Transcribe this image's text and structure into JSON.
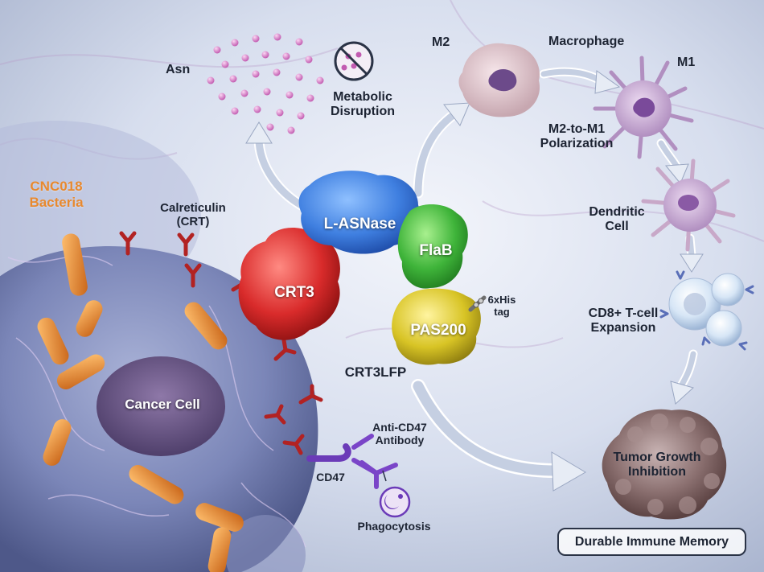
{
  "labels": {
    "asn": "Asn",
    "metabolic": "Metabolic\nDisruption",
    "m2": "M2",
    "macrophage": "Macrophage",
    "m1": "M1",
    "polarization": "M2-to-M1\nPolarization",
    "dendritic": "Dendritic\nCell",
    "cd8": "CD8+ T-cell\nExpansion",
    "tumor": "Tumor Growth\nInhibition",
    "memory": "Durable Immune Memory",
    "bacteria": "CNC018\nBacteria",
    "calreticulin": "Calreticulin\n(CRT)",
    "lasnase": "L-ASNase",
    "flab": "FlaB",
    "crt3": "CRT3",
    "pas200": "PAS200",
    "his_tag": "6xHis\ntag",
    "crt3lfp": "CRT3LFP",
    "cancer_cell": "Cancer Cell",
    "anti_cd47": "Anti-CD47\nAntibody",
    "cd47": "CD47",
    "phagocytosis": "Phagocytosis"
  },
  "icons": [
    "no-symbol-icon",
    "phagocytosis-icon",
    "antibody-icon",
    "receptor-icon"
  ],
  "colors": {
    "lasnase": "#3f7fe0",
    "flab": "#3fb43a",
    "crt3": "#d92b2b",
    "pas200": "#d8c425",
    "bacteria": "#e8892e",
    "asn": "#d97ac9",
    "tumor": "#8a6f6f",
    "antibody": "#7a45c8"
  }
}
